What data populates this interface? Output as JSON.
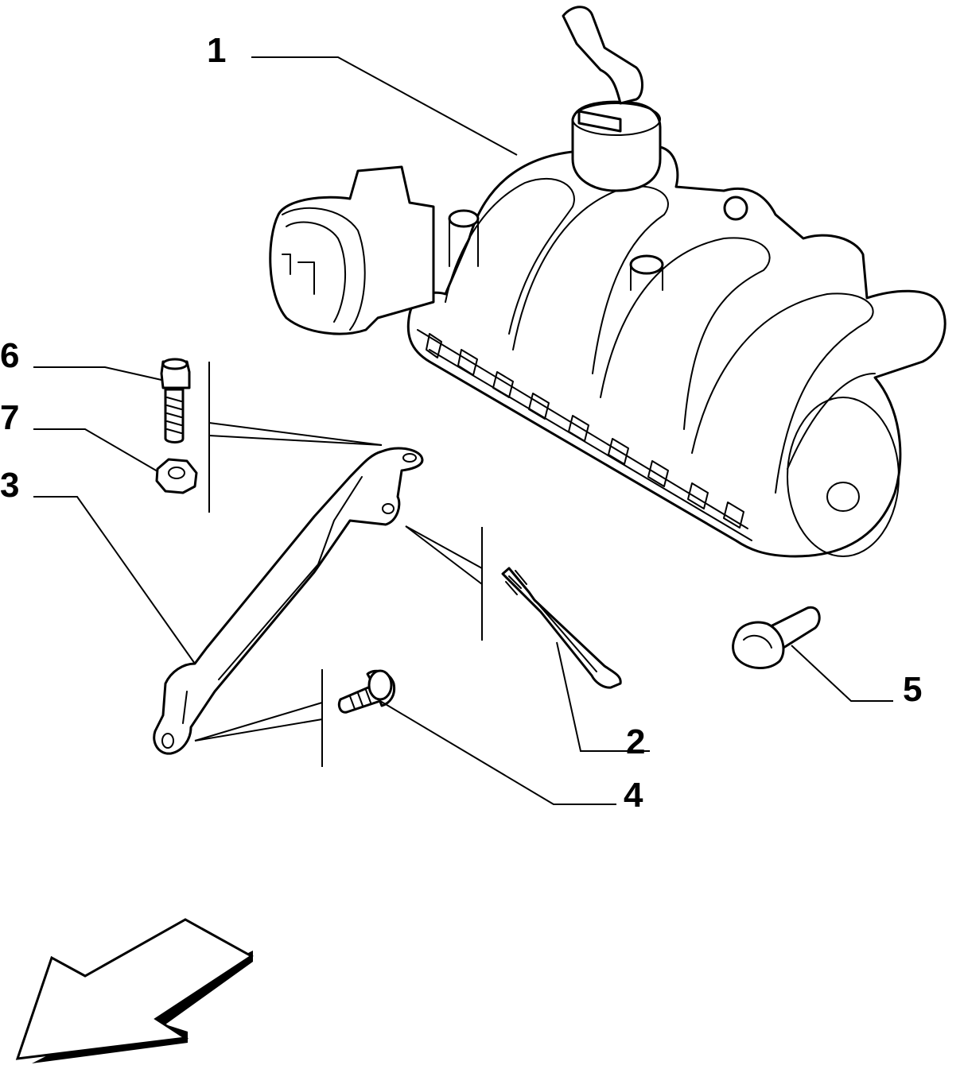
{
  "callouts": {
    "c1": "1",
    "c2": "2",
    "c3": "3",
    "c4": "4",
    "c5": "5",
    "c6": "6",
    "c7": "7"
  },
  "colors": {
    "line": "#000000",
    "background": "#ffffff"
  },
  "icons": {
    "direction_arrow": "front-direction-arrow-icon"
  }
}
